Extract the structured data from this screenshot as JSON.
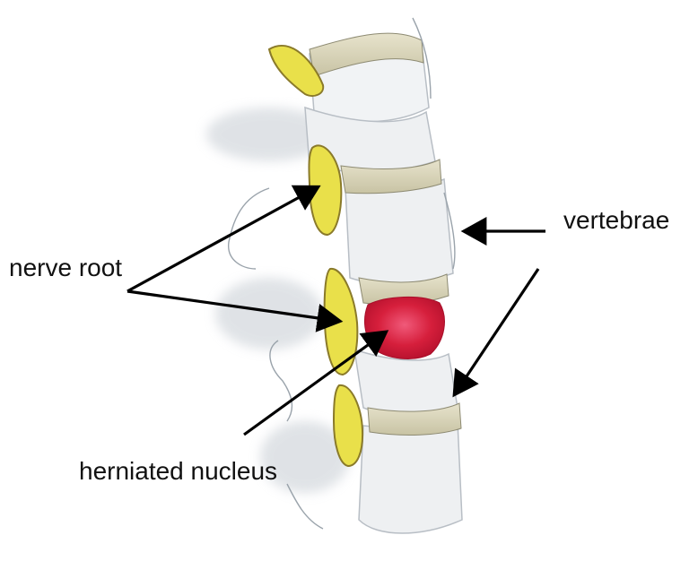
{
  "labels": {
    "vertebrae": "vertebrae",
    "nerve_root": "nerve root",
    "herniated_nucleus": "herniated nucleus"
  },
  "colors": {
    "vertebra_fill": "#eef0f2",
    "vertebra_shadow": "#c9ced3",
    "disc_fill": "#d9d6bf",
    "nerve_fill": "#e9e04a",
    "nerve_stroke": "#8a7a2a",
    "herniation": "#d61f3c",
    "arrow": "#000000"
  },
  "icons": {
    "arrow": "arrow-icon"
  }
}
